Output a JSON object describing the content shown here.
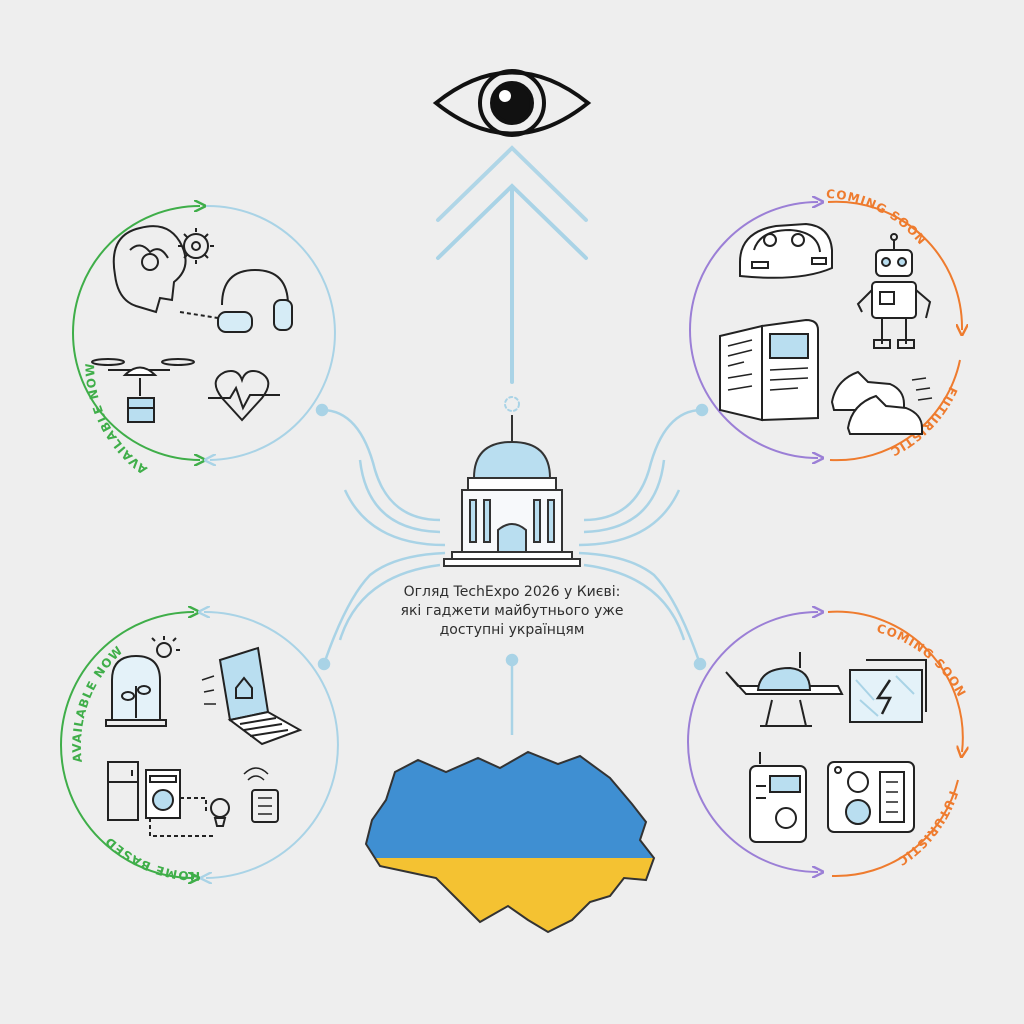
{
  "title": {
    "line1": "Огляд TechExpo 2026 у Києві:",
    "line2": "які гаджети майбутнього уже",
    "line3": "доступні українцям"
  },
  "clusters": {
    "top_left": {
      "label_a": "AVAILABLE NOW",
      "color": "#3fae49"
    },
    "bottom_left": {
      "label_a": "AVAILABLE NOW",
      "label_b": "HOME BASED",
      "color": "#3fae49"
    },
    "top_right": {
      "label_a": "COMING SOON",
      "label_b": "FUTURISTIC",
      "color": "#ee7b2e"
    },
    "bottom_right": {
      "label_a": "COMING SOON",
      "label_b": "FUTURISTIC",
      "color": "#ee7b2e"
    }
  },
  "colors": {
    "line": "#111111",
    "connector": "#a9d3e6",
    "purple": "#9b7fd6",
    "flag_blue": "#3f8fd2",
    "flag_yellow": "#f4c232",
    "dome": "#b9def0"
  }
}
